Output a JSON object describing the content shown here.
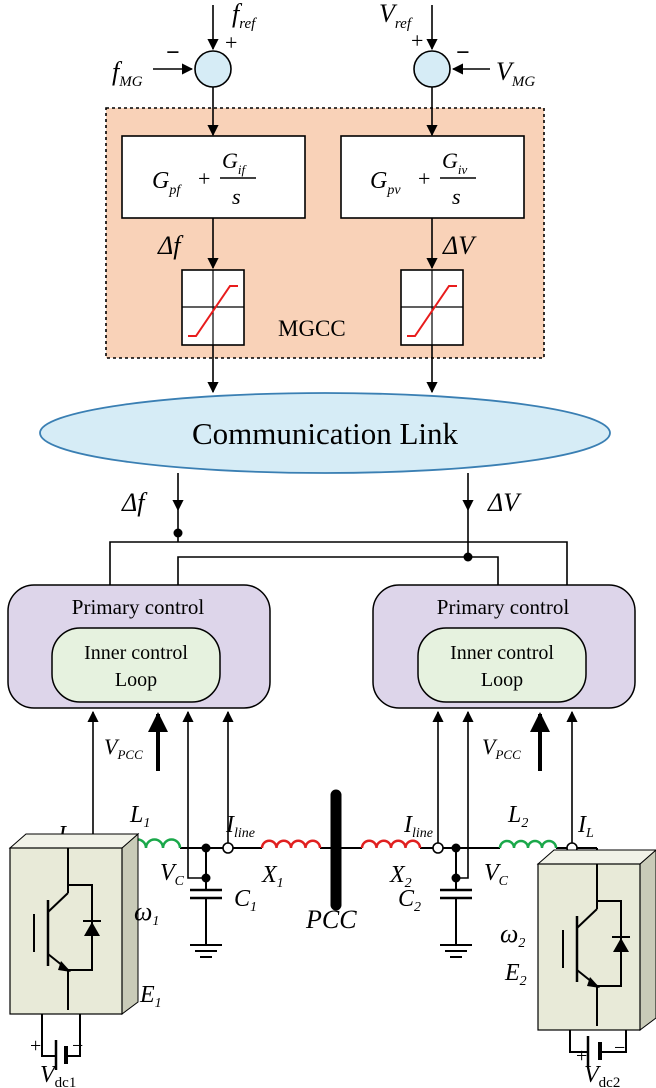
{
  "colors": {
    "mgcc_fill": "#f9d2b8",
    "ellipse_fill": "#d6ecf6",
    "ellipse_stroke": "#3a7fb3",
    "primary_fill": "#ddd5ea",
    "inner_fill": "#e6f2df",
    "limiter_line": "#e81c1c",
    "inductor_red": "#e02020",
    "inductor_green": "#1aa84a",
    "inverter_fill": "#e8ead8"
  },
  "mgcc": {
    "label": "MGCC",
    "freq": {
      "ref": "f",
      "ref_sub": "ref",
      "meas": "f",
      "meas_sub": "MG",
      "plus": "+",
      "minus": "−",
      "ctrl_p": "G",
      "ctrl_p_sub": "pf",
      "ctrl_i": "G",
      "ctrl_i_sub": "if",
      "ctrl_plus": "+",
      "ctrl_s": "s",
      "out": "Δf"
    },
    "volt": {
      "ref": "V",
      "ref_sub": "ref",
      "meas": "V",
      "meas_sub": "MG",
      "plus": "+",
      "minus": "−",
      "ctrl_p": "G",
      "ctrl_p_sub": "pv",
      "ctrl_i": "G",
      "ctrl_i_sub": "iv",
      "ctrl_plus": "+",
      "ctrl_s": "s",
      "out": "ΔV"
    }
  },
  "comm": {
    "label": "Communication Link",
    "out_f": "Δf",
    "out_v": "ΔV"
  },
  "units": {
    "left": {
      "primary": "Primary control",
      "inner_line1": "Inner control",
      "inner_line2": "Loop",
      "vpcc": "V",
      "vpcc_sub": "PCC",
      "il": "I",
      "il_sub": "L",
      "ind": "L",
      "ind_sub": "1",
      "iline": "I",
      "iline_sub": "line",
      "vc": "V",
      "vc_sub": "C",
      "x": "X",
      "x_sub": "1",
      "cap": "C",
      "cap_sub": "1",
      "omega": "ω",
      "omega_sub": "1",
      "e": "E",
      "e_sub": "1",
      "vdc": "V",
      "vdc_sub": "dc1",
      "plus": "+",
      "minus": "−"
    },
    "right": {
      "primary": "Primary control",
      "inner_line1": "Inner control",
      "inner_line2": "Loop",
      "vpcc": "V",
      "vpcc_sub": "PCC",
      "il": "I",
      "il_sub": "L",
      "ind": "L",
      "ind_sub": "2",
      "iline": "I",
      "iline_sub": "line",
      "vc": "V",
      "vc_sub": "C",
      "x": "X",
      "x_sub": "2",
      "cap": "C",
      "cap_sub": "2",
      "omega": "ω",
      "omega_sub": "2",
      "e": "E",
      "e_sub": "2",
      "vdc": "V",
      "vdc_sub": "dc2",
      "plus": "+",
      "minus": "−"
    }
  },
  "pcc": {
    "label": "PCC"
  }
}
